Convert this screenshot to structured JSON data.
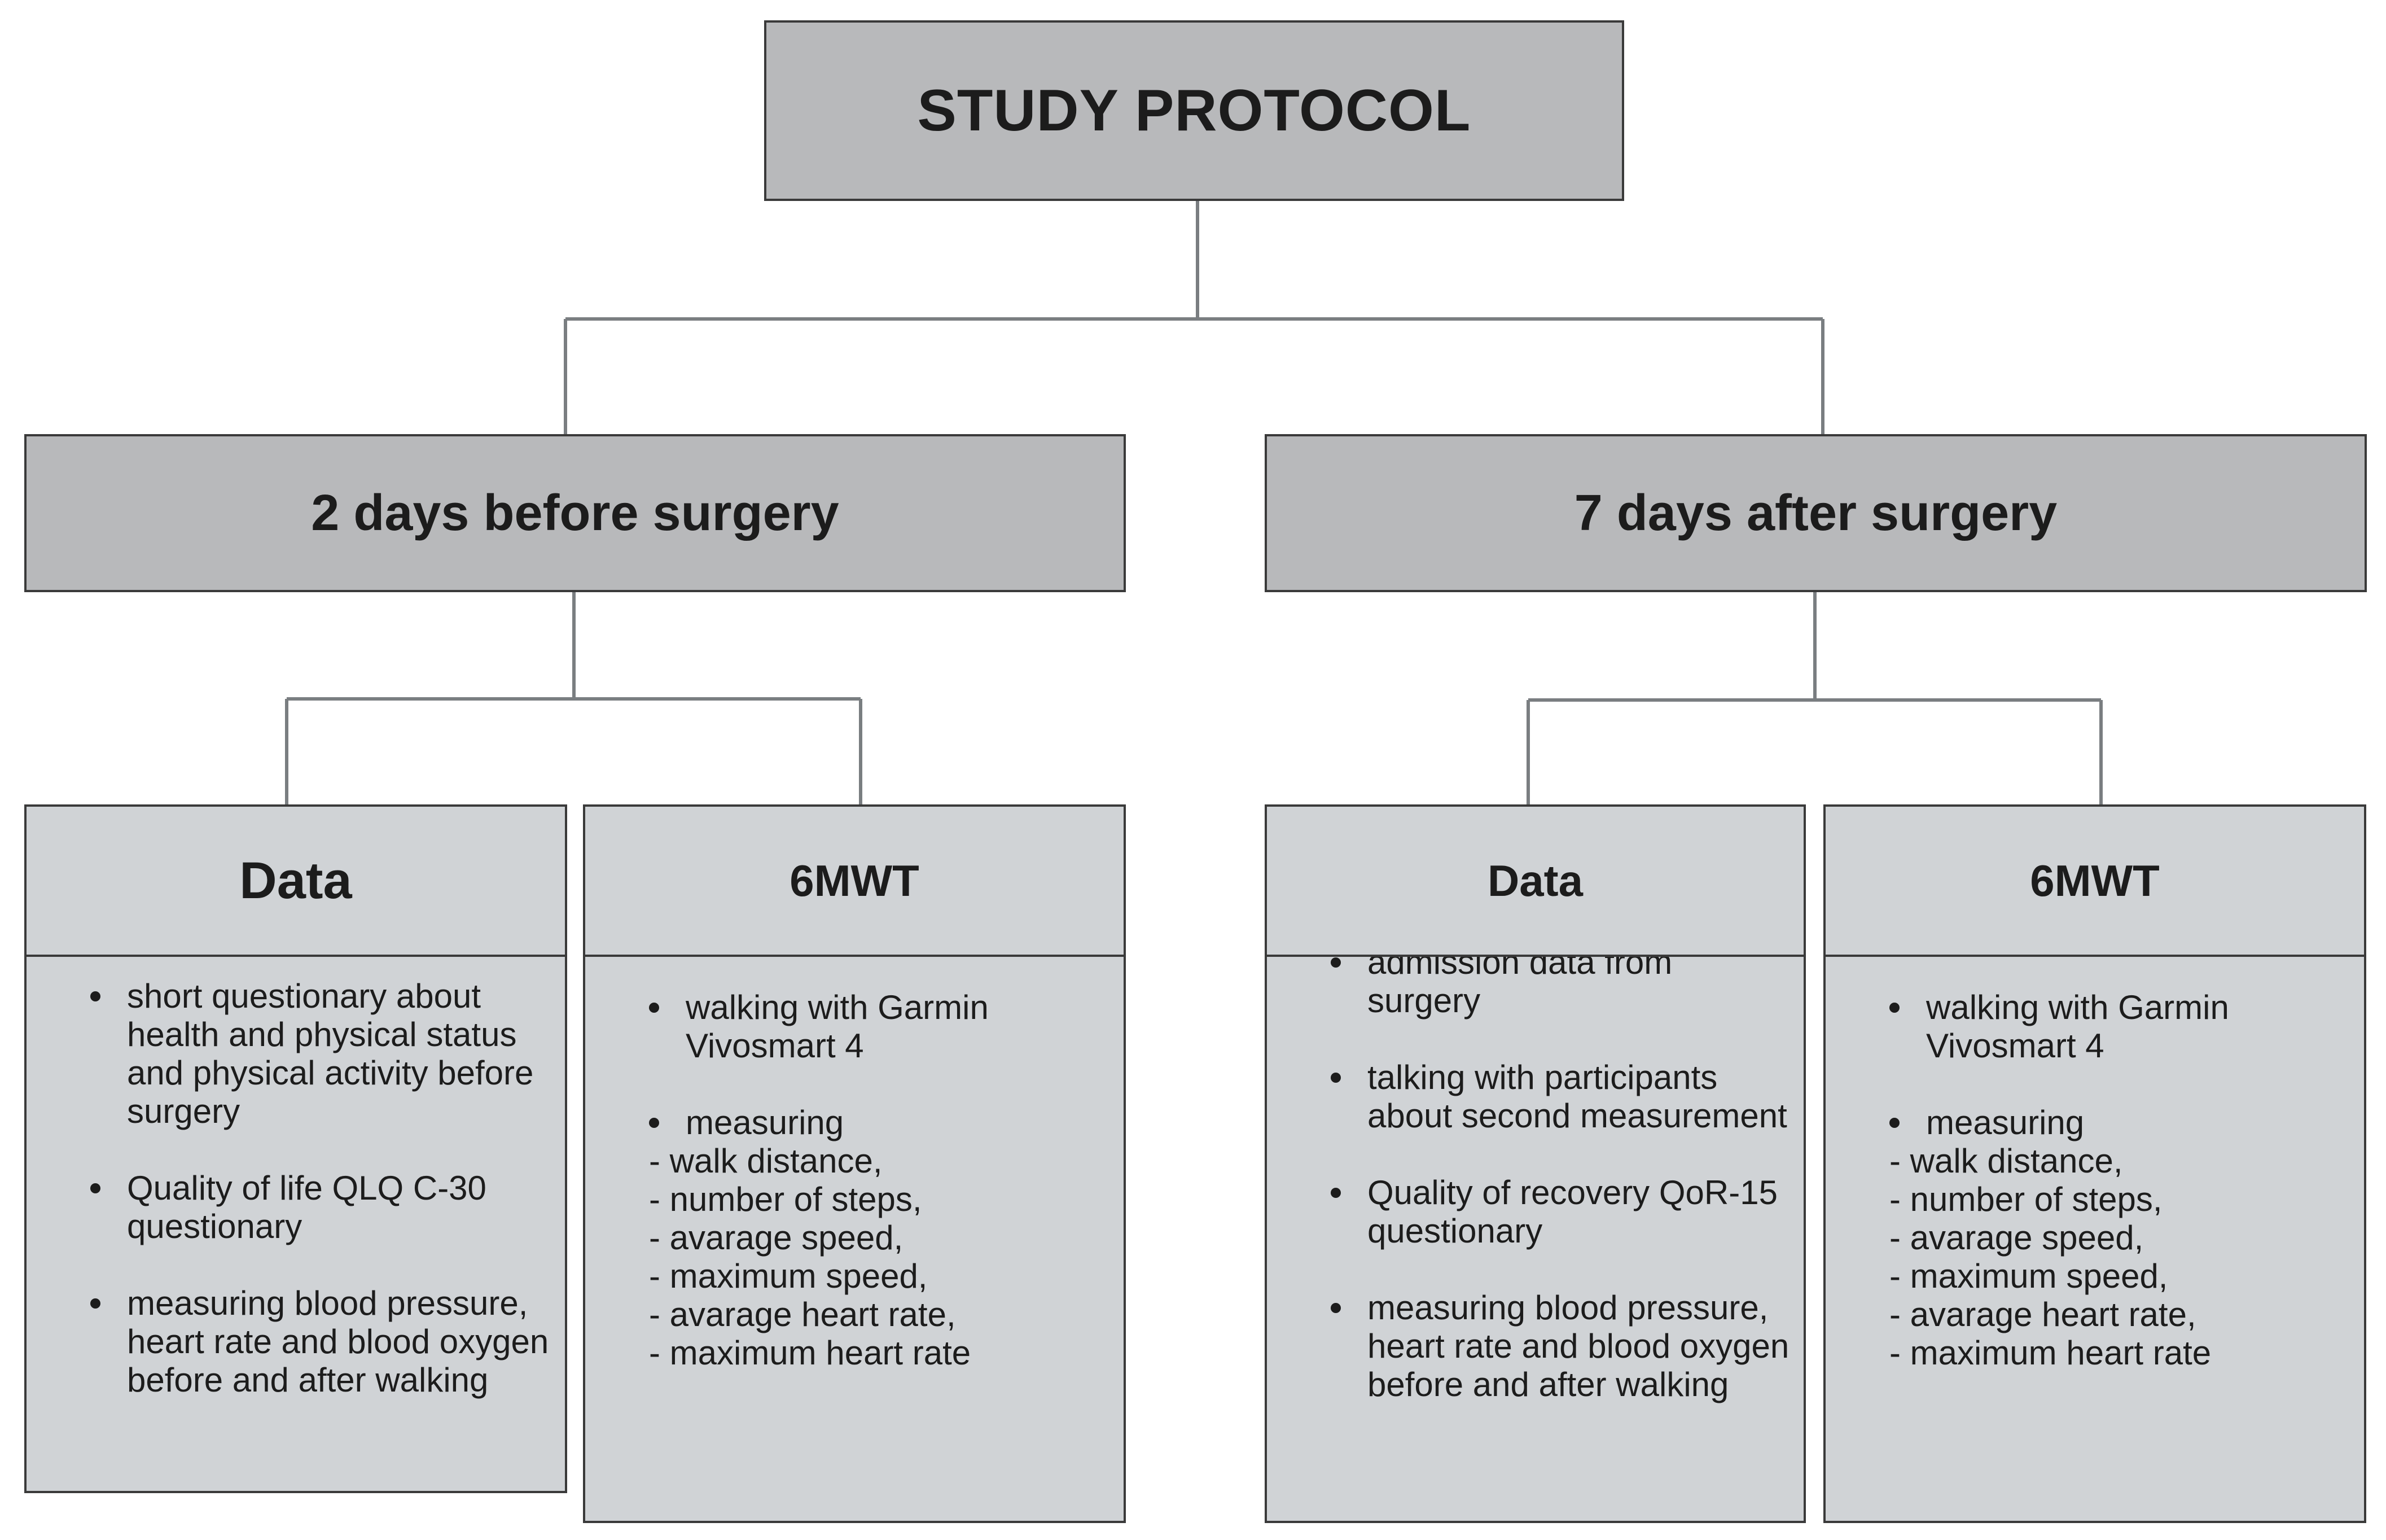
{
  "title": "STUDY PROTOCOL",
  "phases": {
    "before": {
      "label": "2 days before surgery",
      "data_card": {
        "title": "Data",
        "bullets": [
          "short questionary about health and physical status and physical activity before surgery",
          "Quality of life QLQ C-30 questionary",
          "measuring blood pressure, heart rate and blood oxygen before and after walking"
        ]
      },
      "test_card": {
        "title": "6MWT",
        "bullet_1": "walking with Garmin Vivosmart 4",
        "bullet_2": "measuring",
        "dashes": [
          "- walk distance,",
          "- number of steps,",
          "- avarage speed,",
          "- maximum speed,",
          "- avarage heart rate,",
          "- maximum heart rate"
        ]
      }
    },
    "after": {
      "label": "7 days after surgery",
      "data_card": {
        "title": "Data",
        "bullets": [
          "admission data from surgery",
          "talking with participants about second measurement",
          "Quality of recovery QoR-15 questionary",
          "measuring blood pressure, heart rate and blood oxygen before and after walking"
        ]
      },
      "test_card": {
        "title": "6MWT",
        "bullet_1": "walking with Garmin Vivosmart 4",
        "bullet_2": "measuring",
        "dashes": [
          "- walk distance,",
          "- number of steps,",
          "- avarage speed,",
          "- maximum speed,",
          "- avarage heart rate,",
          "- maximum heart rate"
        ]
      }
    }
  },
  "colors": {
    "header_fill": "#b8b9bb",
    "card_fill": "#d0d3d6",
    "border": "#3a3a3a",
    "connector": "#7a7e81"
  }
}
